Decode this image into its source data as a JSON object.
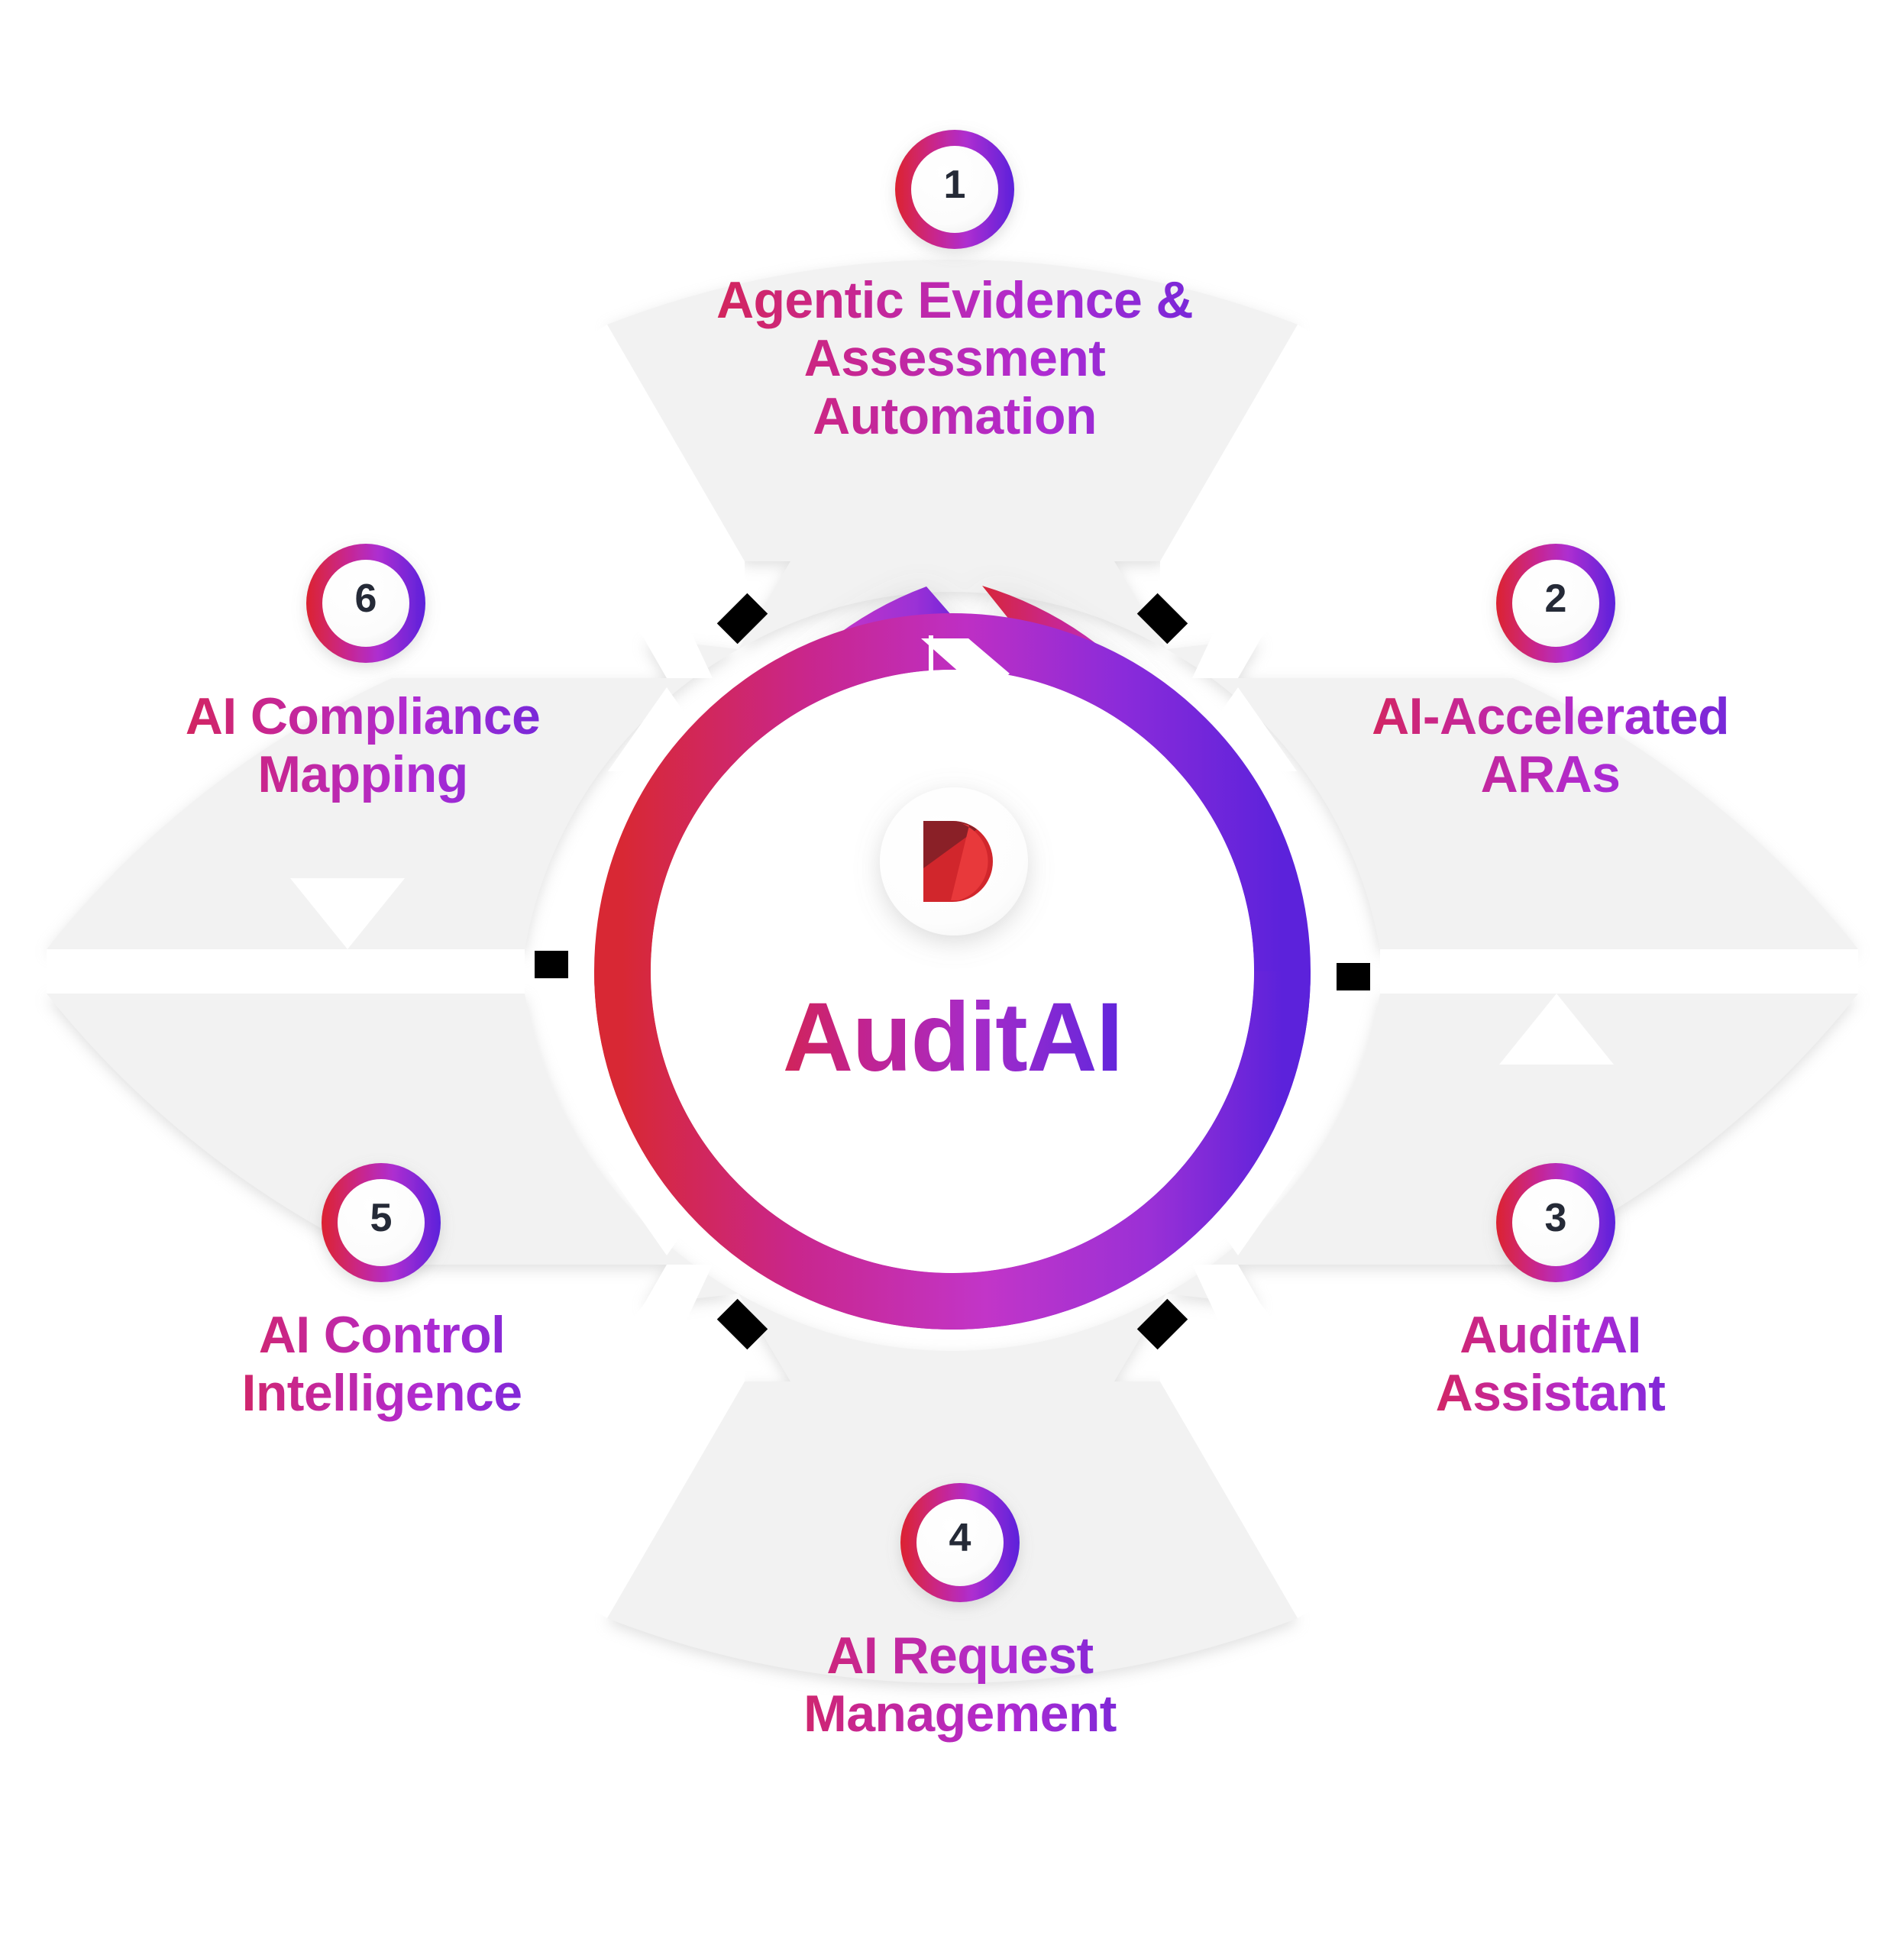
{
  "diagram": {
    "type": "circular-process-wheel",
    "center": {
      "wordmark": "AuditAI",
      "logo_icon": "deloitte-d-logo",
      "logo_colors": [
        "#8A2027",
        "#D1262C",
        "#E8393B"
      ]
    },
    "ring": {
      "style": "circular-arrow-ring",
      "gradient_stops": [
        "#D82834",
        "#C9268C",
        "#C235C8",
        "#8A2BDA",
        "#5C22DB"
      ],
      "arrow_marker": "chevron-arrow-top"
    },
    "segment_fill": "#F2F2F2",
    "segments": [
      {
        "number": "1",
        "label": "Agentic Evidence &\nAssessment\nAutomation",
        "position": "top"
      },
      {
        "number": "2",
        "label": "AI-Accelerated\nARAs",
        "position": "upper-right"
      },
      {
        "number": "3",
        "label": "AuditAI\nAssistant",
        "position": "lower-right"
      },
      {
        "number": "4",
        "label": "AI Request\nManagement",
        "position": "bottom"
      },
      {
        "number": "5",
        "label": "AI Control\nIntelligence",
        "position": "lower-left"
      },
      {
        "number": "6",
        "label": "AI Compliance\nMapping",
        "position": "upper-left"
      }
    ],
    "colors": {
      "accent_red": "#DC2430",
      "accent_magenta": "#C9268C",
      "accent_purple": "#A62BC8",
      "accent_violet": "#5C22DB",
      "number_text": "#252a37",
      "tick_mark": "#000000",
      "panel_bg": "#F2F2F2",
      "page_bg": "#FFFFFF"
    }
  }
}
